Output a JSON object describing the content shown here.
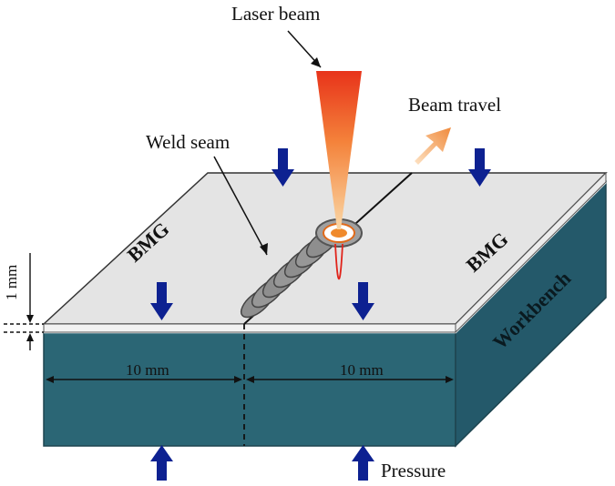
{
  "labels": {
    "laser_beam": "Laser beam",
    "beam_travel": "Beam travel",
    "weld_seam": "Weld seam",
    "bmg_left": "BMG",
    "bmg_right": "BMG",
    "workbench": "Workbench",
    "thickness": "1 mm",
    "width_left": "10 mm",
    "width_right": "10 mm",
    "pressure": "Pressure"
  },
  "colors": {
    "workbench": "#2b6675",
    "workbench_side": "#24596a",
    "sheet": "#e4e4e4",
    "pressure_arrow": "#0d2191",
    "laser_top": "#e8331a",
    "laser_bottom": "#fad7a6",
    "beam_travel_arrow": "#f2a05c",
    "weld_ring": "#8c8c8c"
  },
  "icons": {
    "pressure_arrow": "down-arrow-icon",
    "beam_travel_arrow": "diagonal-arrow-icon"
  }
}
